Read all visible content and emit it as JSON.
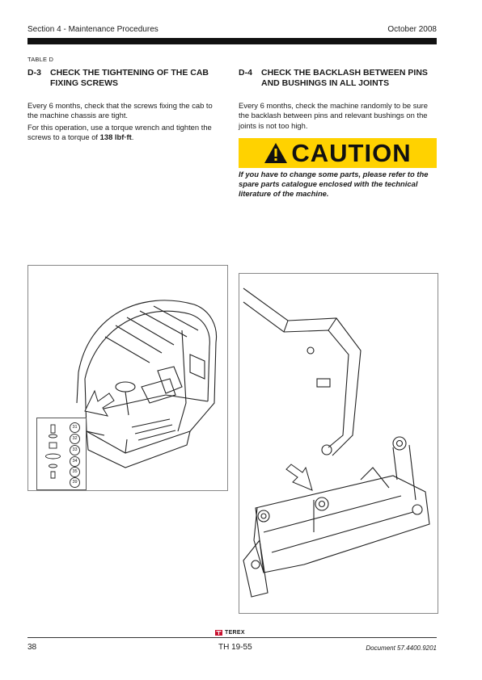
{
  "header": {
    "section": "Section 4 - Maintenance Procedures",
    "date": "October 2008"
  },
  "table_label": "TABLE D",
  "d3": {
    "number": "D-3",
    "title_line1": "CHECK THE TIGHTENING OF THE CAB",
    "title_line2": "FIXING SCREWS",
    "para1_line1": "Every 6 months, check that the screws fixing the cab to",
    "para1_line2": "the machine chassis are tight.",
    "para2_line1": "For this operation, use a torque wrench and tighten the",
    "para2_line2_prefix": "screws to a torque of ",
    "torque_value": "138 lbf·ft",
    "para2_suffix": "."
  },
  "d4": {
    "number": "D-4",
    "title_line1": "CHECK THE BACKLASH BETWEEN PINS",
    "title_line2": "AND BUSHINGS IN ALL JOINTS",
    "para_line1": "Every 6 months, check the machine randomly to be sure",
    "para_line2": "the backlash between pins and relevant bushings on the",
    "para_line3": "joints is not too high.",
    "caution_word": "CAUTION",
    "caution_line1": "If you have to change some parts, please refer to the",
    "caution_line2": "spare parts catalogue enclosed with the technical",
    "caution_line3": "literature of the machine."
  },
  "figure1_callouts": [
    "31",
    "32",
    "33",
    "34",
    "35",
    "39"
  ],
  "footer": {
    "page": "38",
    "model": "TH 19-55",
    "document": "Document 57.4400.9201",
    "brand": "TEREX"
  },
  "colors": {
    "caution_yellow": "#ffd200",
    "rule": "#111111",
    "brand_red": "#c8102e"
  }
}
